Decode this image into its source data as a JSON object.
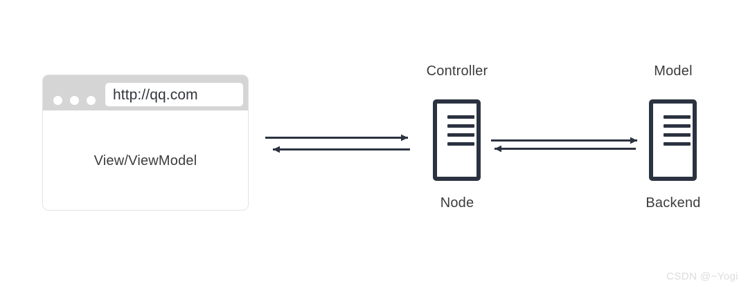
{
  "diagram": {
    "title": "MVVM front-end / Node controller / backend model flow diagram",
    "background_color": "#ffffff",
    "accent_color": "#2b3240",
    "label_color": "#3c3c3c"
  },
  "browser": {
    "url_value": "http://qq.com",
    "url_placeholder": "http://qq.com",
    "body_label": "View/ViewModel",
    "titlebar_color": "#d5d5d5",
    "dots": [
      "dot-red",
      "dot-yellow",
      "dot-green"
    ]
  },
  "nodes": [
    {
      "id": "controller",
      "top_label": "Controller",
      "bottom_label": "Node",
      "icon": "server-icon",
      "bars": 4
    },
    {
      "id": "backend",
      "top_label": "Model",
      "bottom_label": "Backend",
      "icon": "server-icon",
      "bars": 4
    }
  ],
  "connections": [
    {
      "id": "browser-controller",
      "from": "View/ViewModel",
      "to": "Controller",
      "directions": [
        "right",
        "left"
      ]
    },
    {
      "id": "controller-backend",
      "from": "Controller",
      "to": "Model",
      "directions": [
        "right",
        "left"
      ]
    }
  ],
  "watermark": {
    "text": "CSDN @~Yogi"
  }
}
